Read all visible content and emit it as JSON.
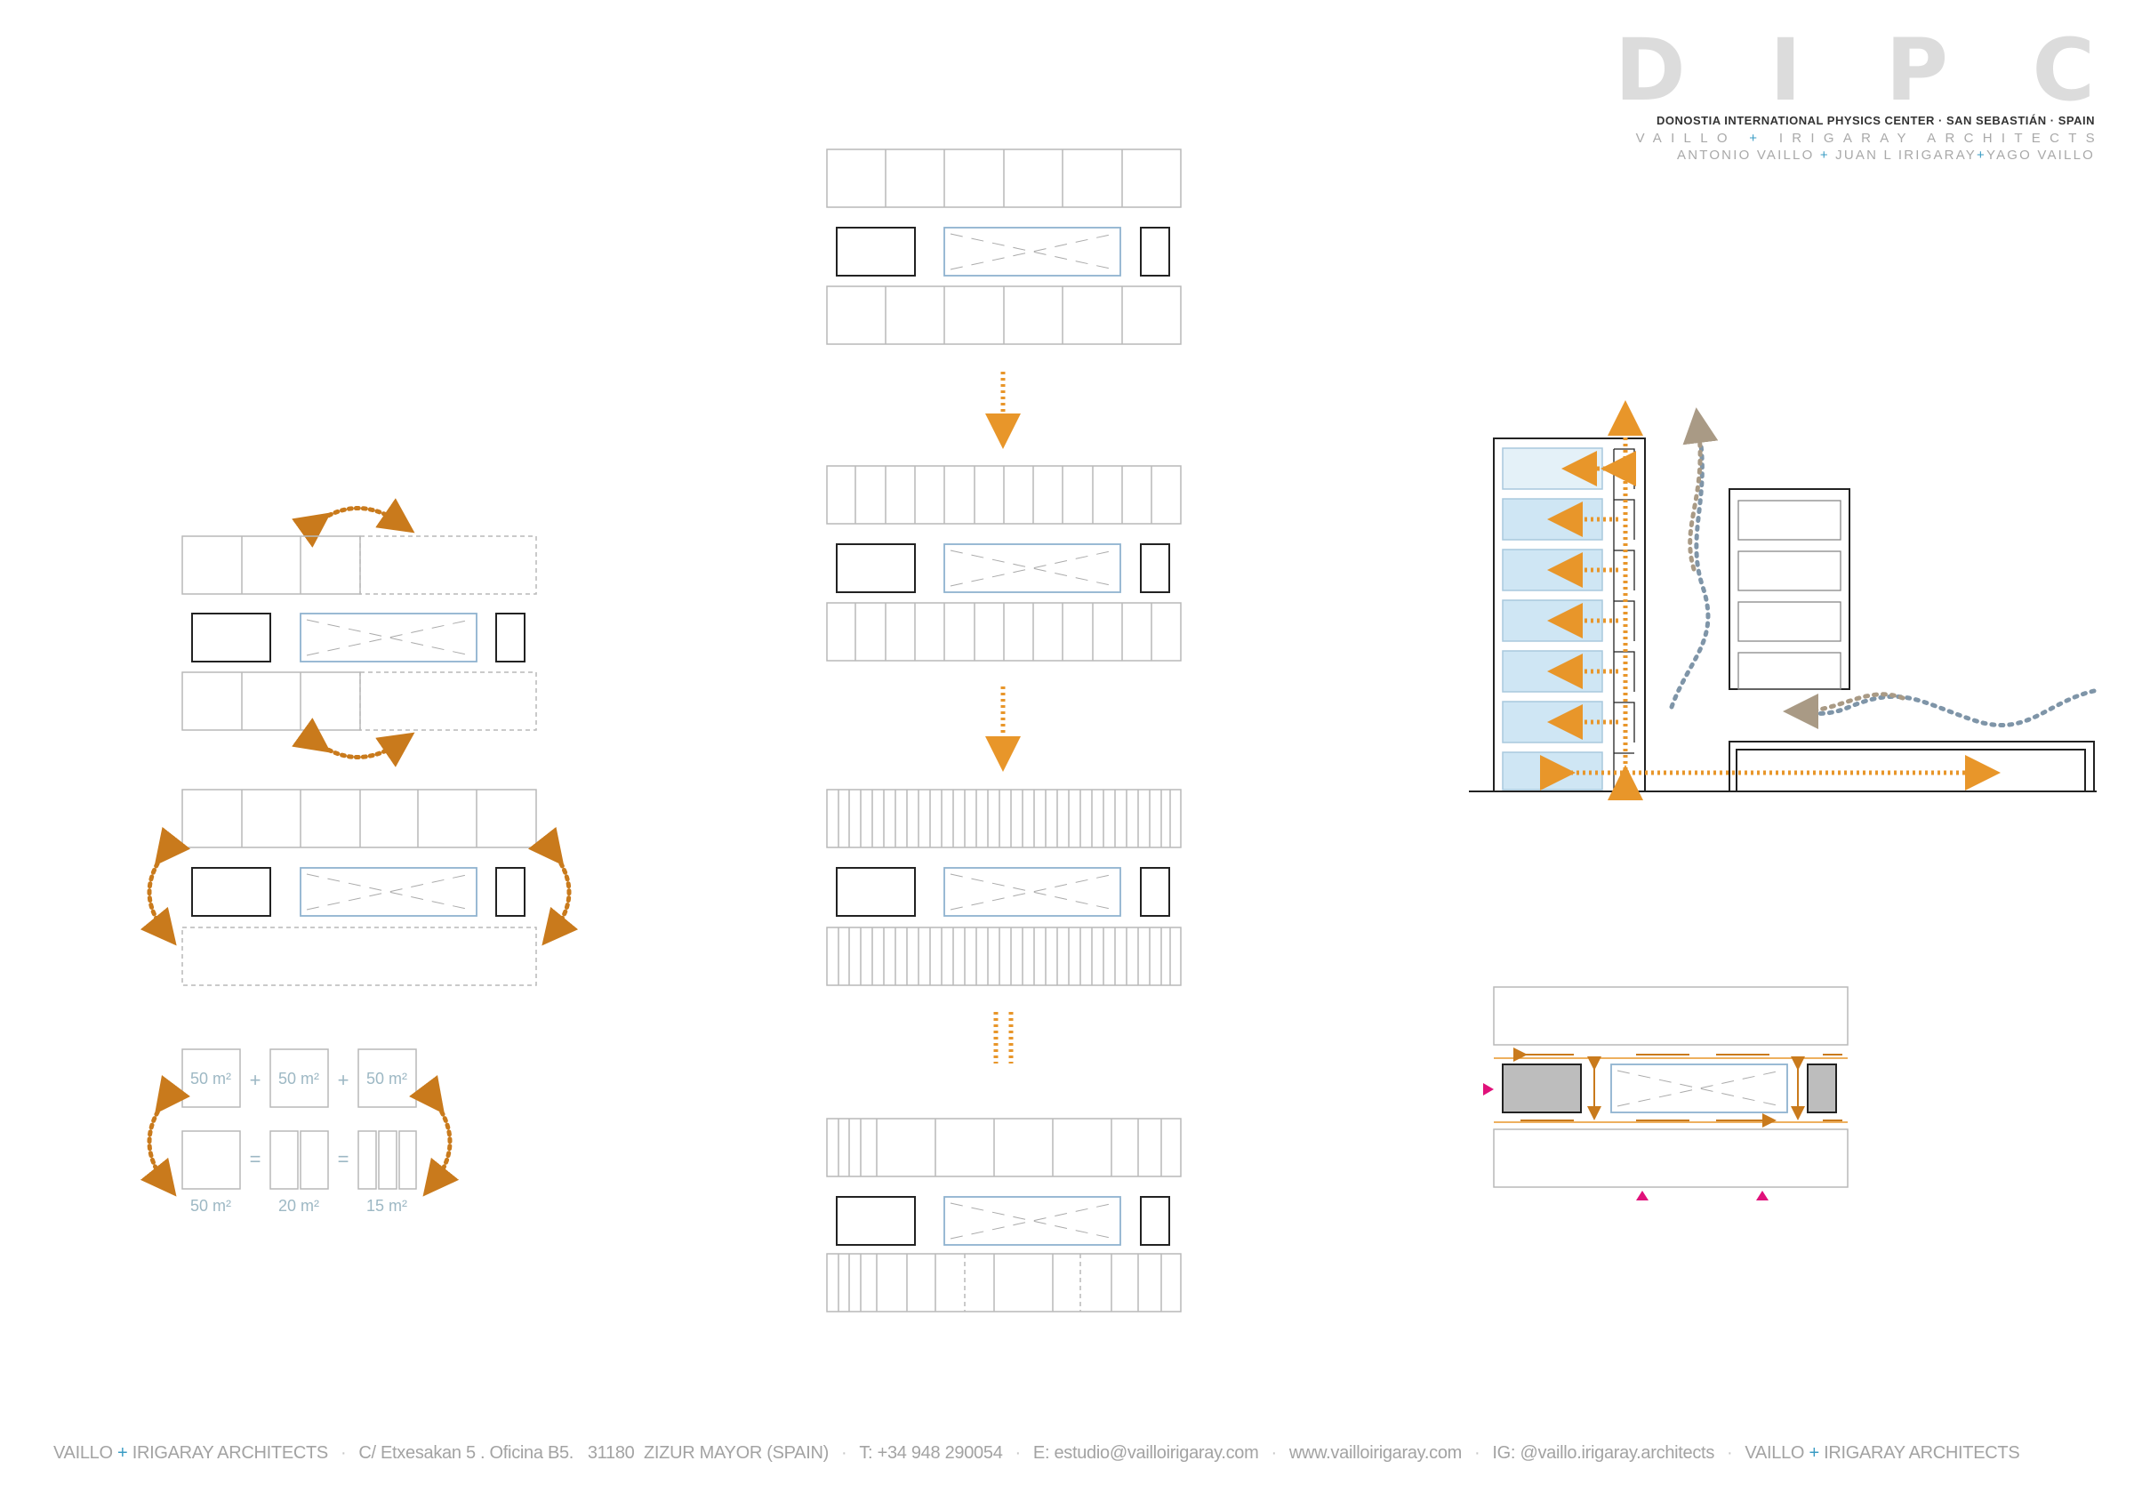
{
  "logo": {
    "letters": [
      "D",
      "I",
      "P",
      "C"
    ]
  },
  "header": {
    "project": "DONOSTIA INTERNATIONAL PHYSICS CENTER · SAN SEBASTIÁN · SPAIN",
    "firm_a": "VAILLO",
    "firm_plus": "+",
    "firm_b": "IRIGARAY ARCHITECTS",
    "names_a": "ANTONIO VAILLO",
    "names_plus1": "+",
    "names_b": "JUAN L IRIGARAY",
    "names_plus2": "+",
    "names_c": "YAGO VAILLO"
  },
  "areas": {
    "top": [
      "50 m²",
      "50 m²",
      "50 m²"
    ],
    "bottom": [
      "50 m²",
      "20 m²",
      "15 m²"
    ],
    "plus_sign": "+",
    "equals_sign": "="
  },
  "footer": {
    "firm_a": "VAILLO",
    "firm_plus": "+",
    "firm_b": "IRIGARAY ARCHITECTS",
    "address": "C/ Etxesakan 5 . Oficina B5.   31180  ZIZUR MAYOR (SPAIN)",
    "phone": "T: +34 948 290054",
    "email": "E: estudio@vailloirigaray.com",
    "web": "www.vailloirigaray.com",
    "ig": "IG: @vaillo.irigaray.architects",
    "firm2_a": "VAILLO",
    "firm2_plus": "+",
    "firm2_b": "IRIGARAY ARCHITECTS",
    "separator": "·"
  },
  "colors": {
    "orange": "#e8962a",
    "dark_orange": "#c97a1c",
    "blue": "#8fb3cf",
    "light_blue": "#cfe6f4",
    "grey_line": "#b9b9b9",
    "magenta": "#e0117a",
    "slate": "#7f95a8",
    "taupe": "#a99a85"
  }
}
